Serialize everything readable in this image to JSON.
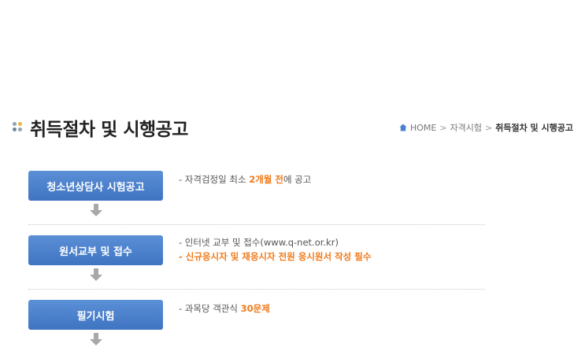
{
  "header": {
    "title": "취득절차 및 시행공고",
    "breadcrumb": {
      "home_label": "HOME",
      "separator": ">",
      "items": [
        "자격시험",
        "취득절차 및 시행공고"
      ]
    }
  },
  "steps": [
    {
      "label": "청소년상담사 시험공고",
      "lines": [
        {
          "parts": [
            "- 자격검정일 최소 ",
            "2개월 전",
            "에 공고"
          ]
        }
      ]
    },
    {
      "label": "원서교부 및 접수",
      "lines": [
        {
          "text": "- 인터넷 교부 및 접수(www.q-net.or.kr)"
        },
        {
          "text": "- 신규응시자 및 재응시자 전원 응시원서 작성 필수"
        }
      ]
    },
    {
      "label": "필기시험",
      "lines": [
        {
          "parts": [
            "- 과목당 객관식 ",
            "30문제"
          ]
        }
      ]
    }
  ],
  "colors": {
    "step_button": "#4a80cc",
    "highlight": "#f07a1a",
    "arrow": "#a8a8a8"
  },
  "icons": [
    "home-icon",
    "title-bullet-icon",
    "down-arrow-icon"
  ]
}
